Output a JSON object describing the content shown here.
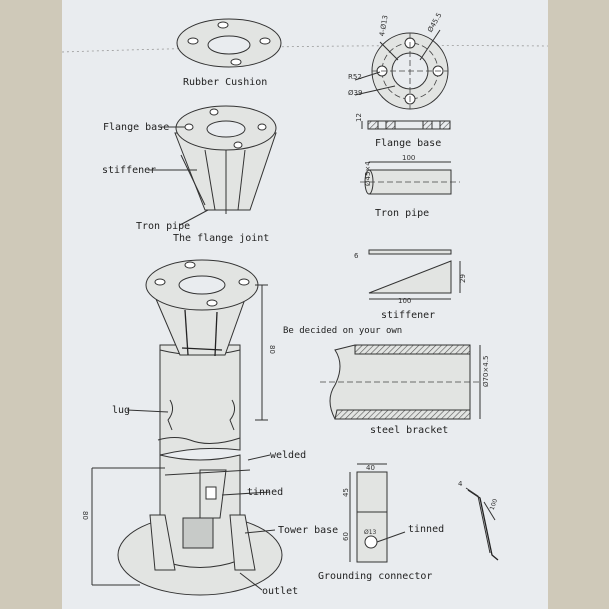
{
  "labels": {
    "rubber_cushion": "Rubber Cushion",
    "flange_base_left": "Flange base",
    "stiffener_left": "stiffener",
    "tron_pipe_left": "Tron pipe",
    "flange_joint": "The flange joint",
    "flange_base_right": "Flange base",
    "tron_pipe_right": "Tron pipe",
    "stiffener_right": "stiffener",
    "be_decided": "Be decided on your own",
    "steel_bracket": "steel bracket",
    "lug": "lug",
    "welded": "welded",
    "tinned_left": "tinned",
    "tower_base": "Tower base",
    "tinned_right": "tinned",
    "grounding_connector": "Grounding connector",
    "outlet": "outlet"
  },
  "dims": {
    "d1": "4-Ø13",
    "d2": "Ø45.5",
    "d3": "R52",
    "d4": "Ø39",
    "d5": "12",
    "d6": "100",
    "d7": "Ø45×4",
    "d8": "6",
    "d9": "29",
    "d10": "100",
    "d11": "80",
    "d12": "Ø70×4.5",
    "d13": "40",
    "d14": "45",
    "d15": "60",
    "d16": "Ø13",
    "d17": "4",
    "d18": "100"
  },
  "colors": {
    "paper": "#e9ecef",
    "background": "#cfc9b9",
    "ink": "#222222",
    "hatch": "#555555"
  }
}
